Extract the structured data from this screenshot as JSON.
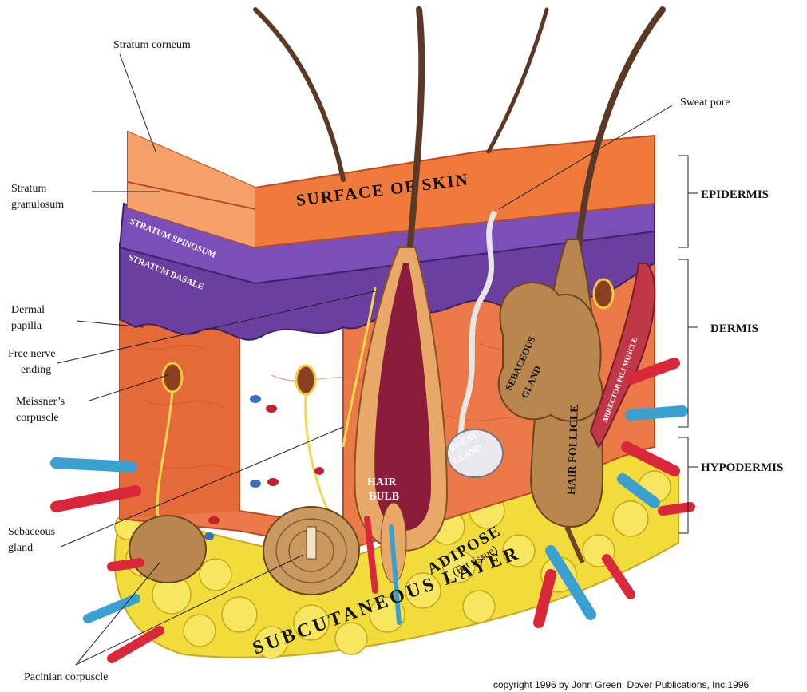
{
  "diagram": {
    "surface_text": "SURFACE  OF SKIN",
    "subcutaneous_text": "SUBCUTANEOUS LAYER",
    "stratum_spinosum": "STRATUM SPINOSUM",
    "stratum_basale": "STRATUM BASALE",
    "adipose": "ADIPOSE",
    "fat_tissue": "(Fat tissue)",
    "hair_bulb_1": "HAIR",
    "hair_bulb_2": "BULB",
    "sweat_gland_1": "SWEAT",
    "sweat_gland_2": "GLAND",
    "sebaceous_gland_1": "SEBACEOUS",
    "sebaceous_gland_2": "GLAND",
    "hair_follicle": "HAIR FOLLICLE",
    "arrector": "ARRECTOR PILI MUSCLE"
  },
  "left_labels": {
    "stratum_corneum": "Stratum  corneum",
    "stratum_granulosum_1": "Stratum",
    "stratum_granulosum_2": "granulosum",
    "dermal_papilla_1": "Dermal",
    "dermal_papilla_2": "papilla",
    "free_nerve_1": "Free nerve",
    "free_nerve_2": "ending",
    "meissner_1": "Meissner’s",
    "meissner_2": "corpuscle",
    "sebaceous_1": "Sebaceous",
    "sebaceous_2": "gland",
    "pacinian": "Pacinian corpuscle"
  },
  "right_labels": {
    "sweat_pore": "Sweat pore",
    "epidermis": "EPIDERMIS",
    "dermis": "DERMIS",
    "hypodermis": "HYPODERMIS"
  },
  "copyright": "copyright 1996 by John Green, Dover Publications, Inc.1996",
  "colors": {
    "epidermis": "#f07a3c",
    "epidermis_light": "#f6a06a",
    "basale": "#6b3fa0",
    "dermis": "#ec7a48",
    "adipose": "#f2dc3c",
    "artery": "#d8283a",
    "vein": "#3aa0d0",
    "hair": "#5a3a26",
    "gland": "#b8864e"
  }
}
